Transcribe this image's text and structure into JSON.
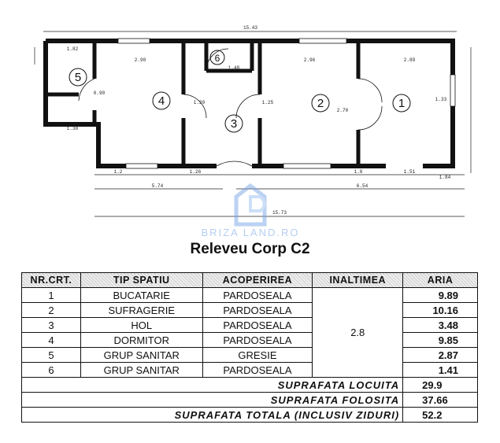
{
  "plan": {
    "room_numbers": [
      "1",
      "2",
      "3",
      "4",
      "5",
      "6"
    ],
    "dimensions": {
      "top_total": "15.43",
      "bottom_total": "15.73",
      "left_span": "5.74",
      "right_span": "6.54",
      "r5_w": "1.82",
      "r5_bottom": "1.38",
      "r4_w": "2.90",
      "r6_w": "1.48",
      "r2_w": "2.96",
      "r1_w": "2.89",
      "hall_door_l": "1.20",
      "hall_door_r": "1.25",
      "door_4": "0.90",
      "bottom_a": "1.2",
      "bottom_b": "1.26",
      "bottom_c": "1.8",
      "bottom_d": "1.51",
      "bottom_e": "1.84",
      "r2_mid": "2.70",
      "r1_right": "1.33"
    },
    "watermark_text": "BRIZA LAND.RO"
  },
  "title": "Releveu Corp C2",
  "table": {
    "headers": [
      "NR.CRT.",
      "TIP SPATIU",
      "ACOPERIREA",
      "INALTIMEA",
      "ARIA"
    ],
    "rows": [
      {
        "nr": "1",
        "tip": "BUCATARIE",
        "acoperire": "PARDOSEALA",
        "aria": "9.89"
      },
      {
        "nr": "2",
        "tip": "SUFRAGERIE",
        "acoperire": "PARDOSEALA",
        "aria": "10.16"
      },
      {
        "nr": "3",
        "tip": "HOL",
        "acoperire": "PARDOSEALA",
        "aria": "3.48"
      },
      {
        "nr": "4",
        "tip": "DORMITOR",
        "acoperire": "PARDOSEALA",
        "aria": "9.85"
      },
      {
        "nr": "5",
        "tip": "GRUP SANITAR",
        "acoperire": "GRESIE",
        "aria": "2.87"
      },
      {
        "nr": "6",
        "tip": "GRUP SANITAR",
        "acoperire": "PARDOSEALA",
        "aria": "1.41"
      }
    ],
    "inaltime": "2.8",
    "totals": [
      {
        "label": "SUPRAFATA LOCUITA",
        "value": "29.9"
      },
      {
        "label": "SUPRAFATA FOLOSITA",
        "value": "37.66"
      },
      {
        "label": "SUPRAFATA TOTALA (INCLUSIV ZIDURI)",
        "value": "52.2"
      }
    ]
  }
}
